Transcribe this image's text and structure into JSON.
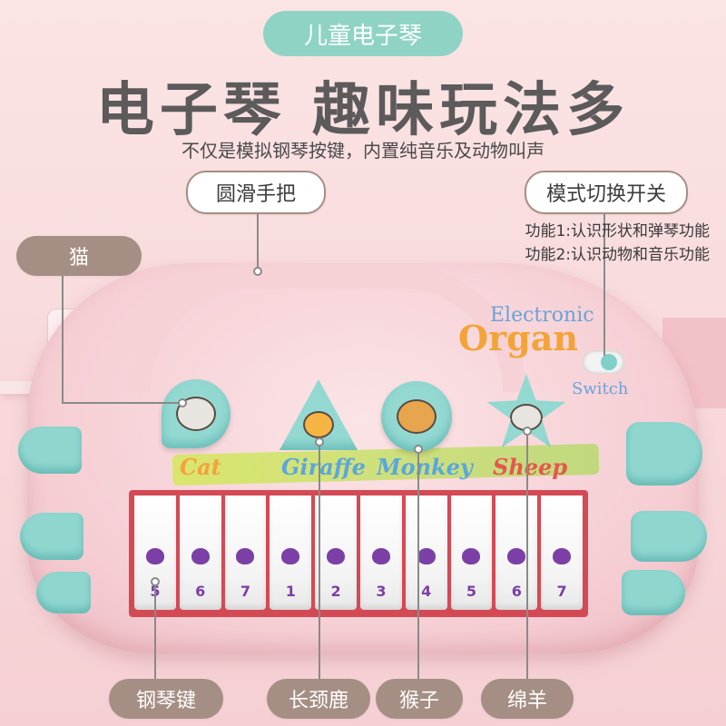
{
  "header": {
    "badge": "儿童电子琴",
    "headline": "电子琴  趣味玩法多",
    "subtitle": "不仅是模拟钢琴按键，内置纯音乐及动物叫声"
  },
  "callouts": {
    "handle": "圆滑手把",
    "mode_switch": "模式切换开关",
    "function1": "功能1:认识形状和弹琴功能",
    "function2": "功能2:认识动物和音乐功能",
    "cat": "猫",
    "piano_keys": "钢琴键",
    "giraffe": "长颈鹿",
    "monkey": "猴子",
    "sheep": "绵羊"
  },
  "organ": {
    "logo_line1": "Electronic",
    "logo_line2": "Organ",
    "switch_label": "Switch",
    "animals": [
      "Cat",
      "Giraffe",
      "Monkey",
      "Sheep"
    ],
    "animal_colors": [
      "#f4a23c",
      "#5aa6dd",
      "#5aa6dd",
      "#e4574e"
    ],
    "buttons": [
      {
        "shape": "heart",
        "icon": "cat-face-icon"
      },
      {
        "shape": "triangle",
        "icon": "giraffe-face-icon"
      },
      {
        "shape": "circle",
        "icon": "monkey-face-icon"
      },
      {
        "shape": "star",
        "icon": "sheep-face-icon"
      }
    ],
    "keys": [
      "5",
      "6",
      "7",
      "1",
      "2",
      "3",
      "4",
      "5",
      "6",
      "7"
    ],
    "accent": "#8fd6cf",
    "key_frame_color": "#d34a55"
  }
}
